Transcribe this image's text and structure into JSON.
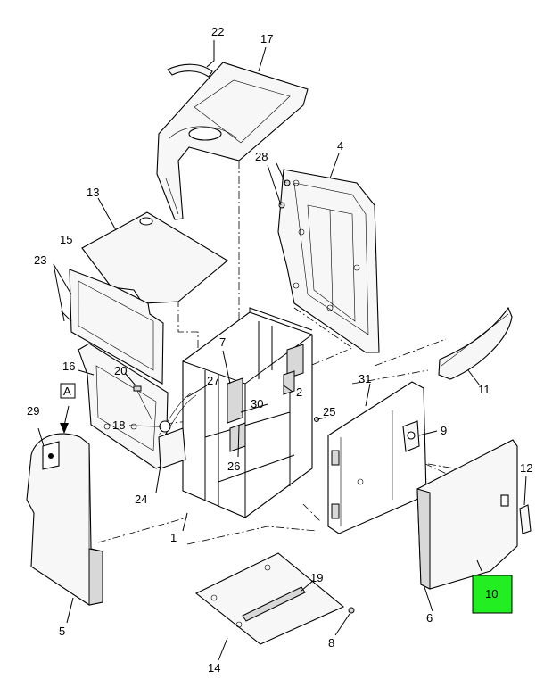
{
  "diagram": {
    "callouts": [
      "1",
      "2",
      "4",
      "5",
      "6",
      "7",
      "8",
      "9",
      "10",
      "11",
      "12",
      "13",
      "14",
      "15",
      "16",
      "17",
      "18",
      "19",
      "20",
      "22",
      "23",
      "24",
      "25",
      "26",
      "27",
      "28",
      "29",
      "30",
      "31"
    ],
    "highlight": {
      "label": "10",
      "color": "#22ee22"
    },
    "view_marker": "A"
  }
}
